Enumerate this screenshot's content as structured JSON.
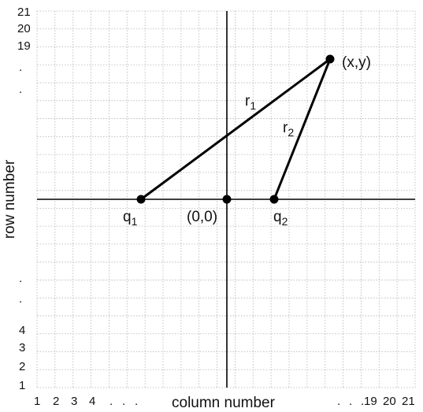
{
  "grid": {
    "columns": 21,
    "rows": 21,
    "line_color": "#b4b4b4",
    "axis_color": "#000000"
  },
  "axes": {
    "x_title": "column number",
    "y_title": "row number",
    "x_ticks": [
      "1",
      "2",
      "3",
      "4",
      ".",
      ".",
      ".",
      ".",
      ".",
      ".",
      "19",
      "20",
      "21"
    ],
    "y_ticks": [
      "21",
      "20",
      "19",
      ".",
      ".",
      ".",
      ".",
      "4",
      "3",
      "2",
      "1"
    ]
  },
  "points": {
    "q1": {
      "base": "q",
      "sub": "1"
    },
    "origin": {
      "text": "(0,0)"
    },
    "q2": {
      "base": "q",
      "sub": "2"
    },
    "xy": {
      "text": "(x,y)"
    }
  },
  "segments": {
    "r1": {
      "base": "r",
      "sub": "1"
    },
    "r2": {
      "base": "r",
      "sub": "2"
    }
  }
}
